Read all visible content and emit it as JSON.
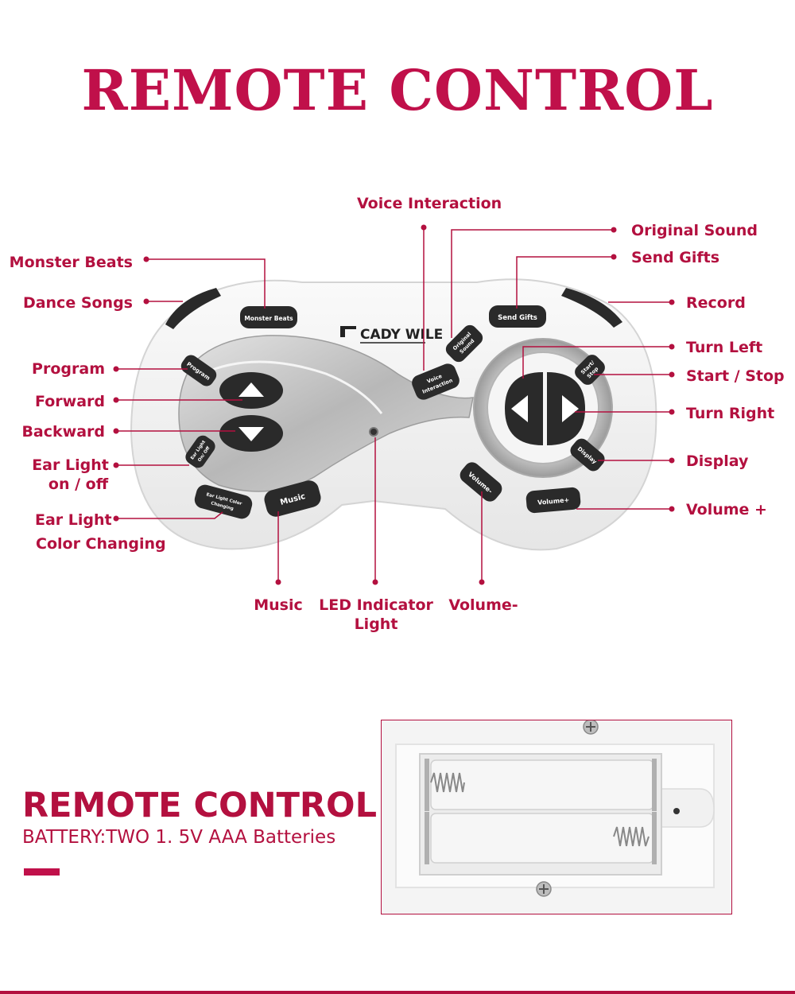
{
  "page_title": "REMOTE CONTROL",
  "labels": {
    "voice_interaction": "Voice Interaction",
    "original_sound": "Original Sound",
    "send_gifts": "Send Gifts",
    "monster_beats": "Monster Beats",
    "dance_songs": "Dance Songs",
    "record": "Record",
    "program": "Program",
    "forward": "Forward",
    "backward": "Backward",
    "ear_light_onoff_1": "Ear Light",
    "ear_light_onoff_2": "on / off",
    "ear_light_color_1": "Ear Light",
    "ear_light_color_2": "Color Changing",
    "turn_left": "Turn Left",
    "start_stop": "Start / Stop",
    "turn_right": "Turn Right",
    "display": "Display",
    "volume_plus": "Volume +",
    "music": "Music",
    "led_1": "LED Indicator",
    "led_2": "Light",
    "volume_minus": "Volume-"
  },
  "device_buttons": {
    "monster_beats": "Monster Beats",
    "send_gifts": "Send Gifts",
    "brand": "CADY WILE",
    "program": "Program",
    "original_sound_1": "Original",
    "original_sound_2": "Sound",
    "voice_1": "Voice",
    "voice_2": "Interaction",
    "start_stop_1": "Start/",
    "start_stop_2": "Stop",
    "ear_light_1": "Ear Light",
    "ear_light_2": "On/ Off",
    "display": "Display",
    "volume_minus": "Volume-",
    "volume_plus": "Volume+",
    "color_1": "Ear Light Color",
    "color_2": "Changing",
    "music": "Music"
  },
  "battery_section": {
    "title": "REMOTE CONTROL",
    "text": "BATTERY:TWO 1. 5V AAA Batteries"
  },
  "colors": {
    "accent": "#c0104a",
    "label": "#b3103f",
    "button": "#2a2a2a",
    "body": "#f2f2f2",
    "silver": "#c4c4c4"
  }
}
